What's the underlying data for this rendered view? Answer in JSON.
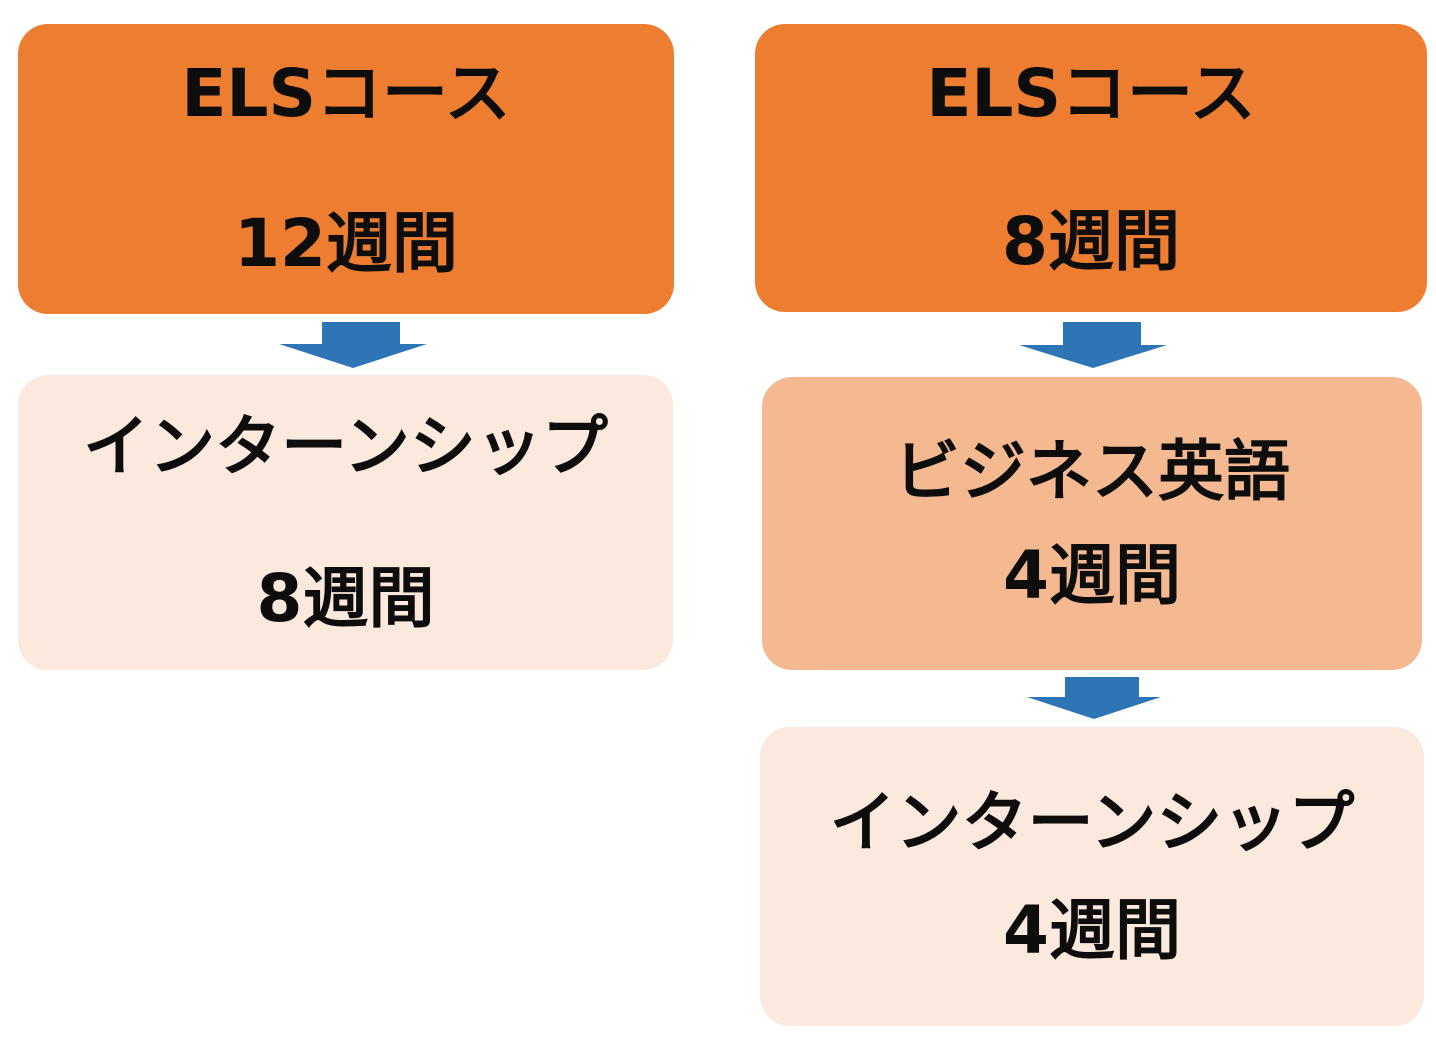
{
  "colors": {
    "box_dark": "#ed7d31",
    "box_mid": "#f4b990",
    "box_light": "#fae9dc",
    "arrow": "#2e75b6",
    "text": "#0d0d0d"
  },
  "left_flow": {
    "step1": {
      "title": "ELSコース",
      "duration": "12週間"
    },
    "step2": {
      "title": "インターンシップ",
      "duration": "8週間"
    }
  },
  "right_flow": {
    "step1": {
      "title": "ELSコース",
      "duration": "8週間"
    },
    "step2": {
      "title": "ビジネス英語",
      "duration": "4週間"
    },
    "step3": {
      "title": "インターンシップ",
      "duration": "4週間"
    }
  }
}
